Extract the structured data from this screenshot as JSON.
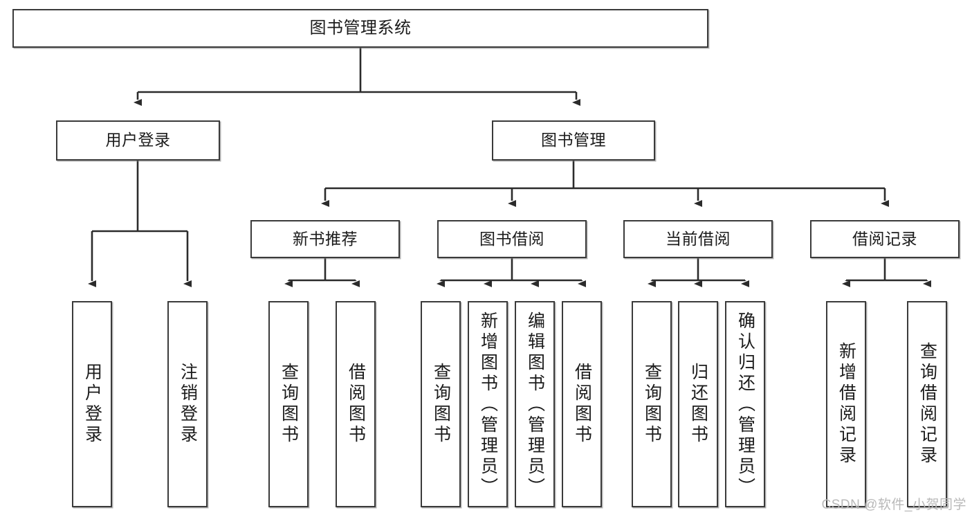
{
  "diagram": {
    "type": "tree",
    "title": "图书管理系统",
    "orientation": "top-down",
    "colors": {
      "box_border": "#3a3a3a",
      "box_fill": "#ffffff",
      "connector": "#2b2b2b",
      "text": "#1b1b1b",
      "watermark": "#b9b9b9"
    },
    "root": {
      "label": "图书管理系统"
    },
    "level1": [
      {
        "label": "用户登录"
      },
      {
        "label": "图书管理"
      }
    ],
    "level2": [
      {
        "label": "新书推荐"
      },
      {
        "label": "图书借阅"
      },
      {
        "label": "当前借阅"
      },
      {
        "label": "借阅记录"
      }
    ],
    "leaves": {
      "user_login": [
        {
          "label": "用户登录"
        },
        {
          "label": "注销登录"
        }
      ],
      "new_book_recommend": [
        {
          "label": "查询图书"
        },
        {
          "label": "借阅图书"
        }
      ],
      "book_borrow": [
        {
          "label": "查询图书"
        },
        {
          "label": "新增图书（管理员）"
        },
        {
          "label": "编辑图书（管理员）"
        },
        {
          "label": "借阅图书"
        }
      ],
      "current_borrow": [
        {
          "label": "查询图书"
        },
        {
          "label": "归还图书"
        },
        {
          "label": "确认归还（管理员）"
        }
      ],
      "borrow_record": [
        {
          "label": "新增借阅记录"
        },
        {
          "label": "查询借阅记录"
        }
      ]
    }
  },
  "watermark": {
    "text": "CSDN @软件_小贺同学"
  }
}
